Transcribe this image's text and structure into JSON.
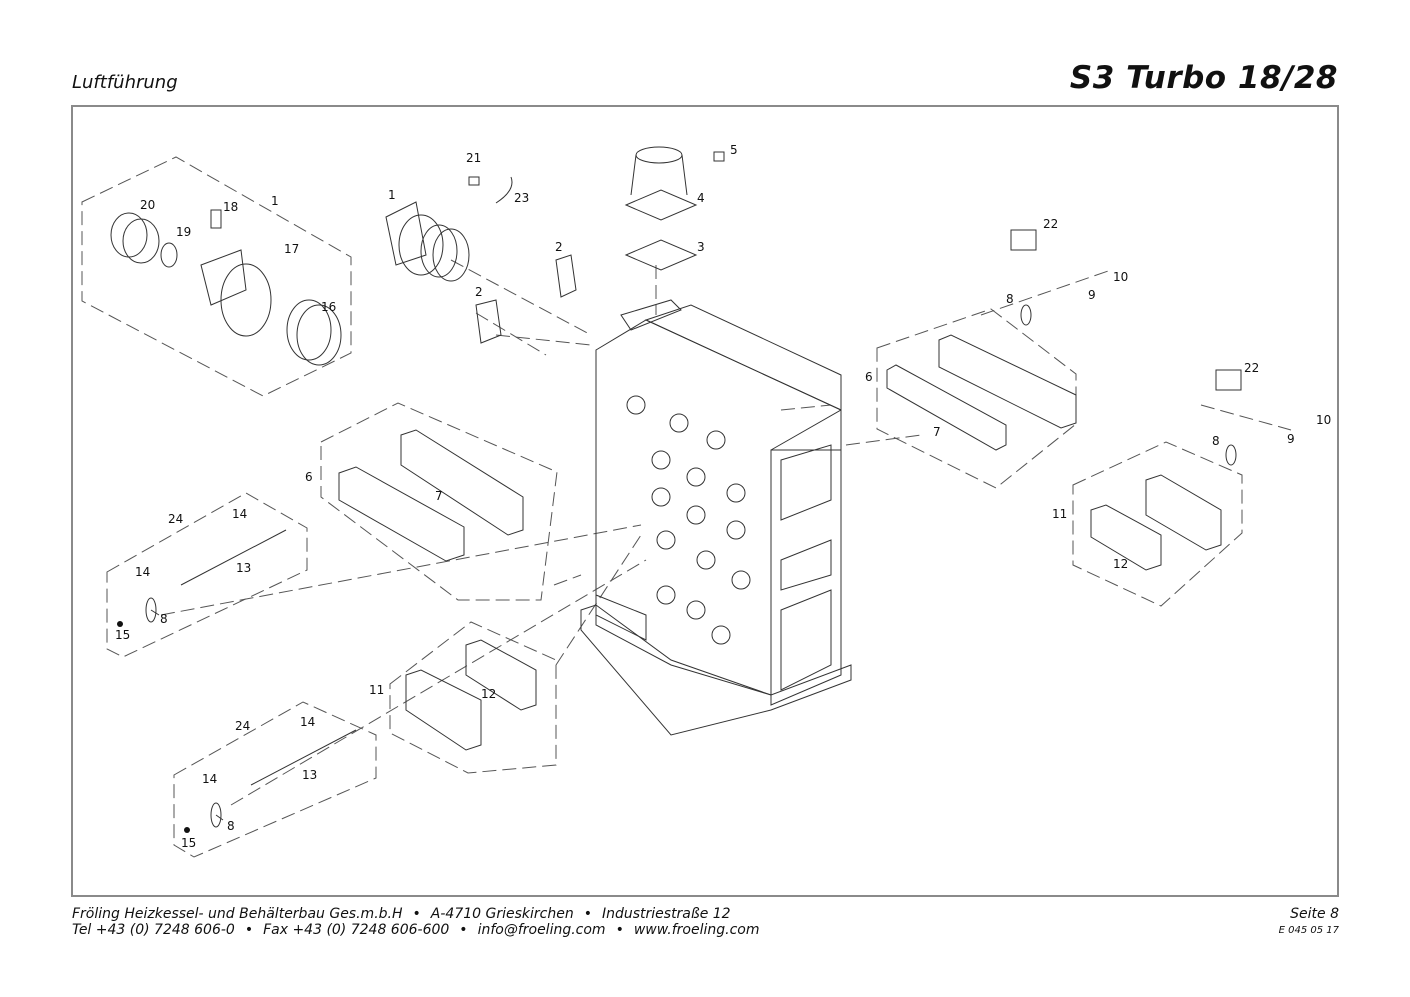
{
  "header": {
    "section": "Luftführung",
    "model": "S3 Turbo 18/28"
  },
  "diagram": {
    "callouts": [
      {
        "id": "c1a",
        "label": "1"
      },
      {
        "id": "c20",
        "label": "20"
      },
      {
        "id": "c18",
        "label": "18"
      },
      {
        "id": "c19",
        "label": "19"
      },
      {
        "id": "c17",
        "label": "17"
      },
      {
        "id": "c16",
        "label": "16"
      },
      {
        "id": "c21",
        "label": "21"
      },
      {
        "id": "c1b",
        "label": "1"
      },
      {
        "id": "c23",
        "label": "23"
      },
      {
        "id": "c2a",
        "label": "2"
      },
      {
        "id": "c2b",
        "label": "2"
      },
      {
        "id": "c5",
        "label": "5"
      },
      {
        "id": "c4",
        "label": "4"
      },
      {
        "id": "c3",
        "label": "3"
      },
      {
        "id": "c22a",
        "label": "22"
      },
      {
        "id": "c8a",
        "label": "8"
      },
      {
        "id": "c9a",
        "label": "9"
      },
      {
        "id": "c10a",
        "label": "10"
      },
      {
        "id": "c6a",
        "label": "6"
      },
      {
        "id": "c7a",
        "label": "7"
      },
      {
        "id": "c22b",
        "label": "22"
      },
      {
        "id": "c8b",
        "label": "8"
      },
      {
        "id": "c9b",
        "label": "9"
      },
      {
        "id": "c10b",
        "label": "10"
      },
      {
        "id": "c11a",
        "label": "11"
      },
      {
        "id": "c12a",
        "label": "12"
      },
      {
        "id": "c6b",
        "label": "6"
      },
      {
        "id": "c7b",
        "label": "7"
      },
      {
        "id": "c24a",
        "label": "24"
      },
      {
        "id": "c14a",
        "label": "14"
      },
      {
        "id": "c14b",
        "label": "14"
      },
      {
        "id": "c13a",
        "label": "13"
      },
      {
        "id": "c8c",
        "label": "8"
      },
      {
        "id": "c15a",
        "label": "15"
      },
      {
        "id": "c11b",
        "label": "11"
      },
      {
        "id": "c12b",
        "label": "12"
      },
      {
        "id": "c24b",
        "label": "24"
      },
      {
        "id": "c14c",
        "label": "14"
      },
      {
        "id": "c14d",
        "label": "14"
      },
      {
        "id": "c13b",
        "label": "13"
      },
      {
        "id": "c8d",
        "label": "8"
      },
      {
        "id": "c15b",
        "label": "15"
      }
    ]
  },
  "footer": {
    "company": "Fröling Heizkessel- und Behälterbau Ges.m.b.H",
    "city": "A-4710 Grieskirchen",
    "street": "Industriestraße 12",
    "tel": "Tel +43 (0) 7248 606-0",
    "fax": "Fax +43 (0) 7248 606-600",
    "email": "info@froeling.com",
    "web": "www.froeling.com",
    "bullet": "•",
    "page": "Seite 8",
    "doc_code": "E 045 05 17"
  }
}
